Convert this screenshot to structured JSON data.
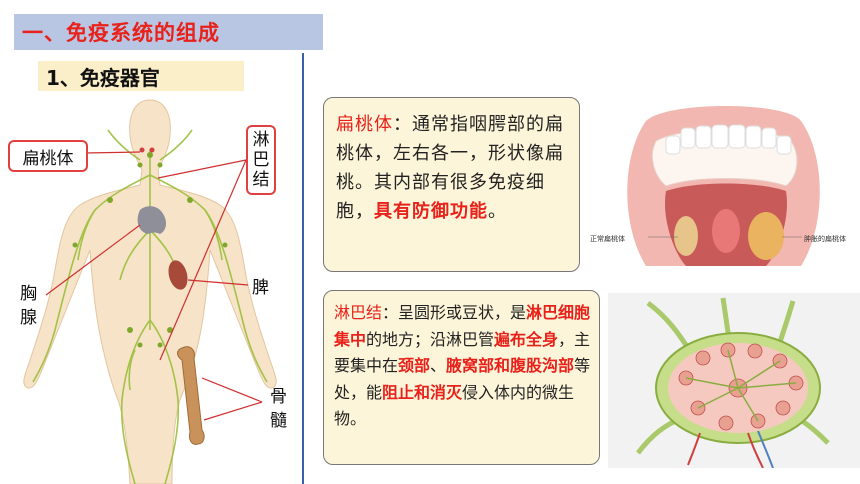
{
  "header": {
    "title": "一、免疫系统的组成",
    "subtitle": "1、免疫器官"
  },
  "figure": {
    "labels": {
      "tonsil": "扁桃体",
      "lymph_node": [
        "淋",
        "巴",
        "结"
      ],
      "thymus": [
        "胸",
        "腺"
      ],
      "spleen": "脾",
      "marrow": [
        "骨",
        "髓"
      ]
    }
  },
  "tonsil_box": {
    "term": "扁桃体",
    "colon": "：",
    "body": "通常指咽腭部的扁桃体，左右各一，形状像扁桃。其内部有很多免疫细胞，",
    "emph": "具有防御功能",
    "end": "。"
  },
  "mouth_image": {
    "left_caption": "正常扁桃体",
    "right_caption": "肿胀的扁桃体"
  },
  "lymph_box": {
    "term": "淋巴结",
    "p1": "：呈圆形或豆状，是",
    "e1": "淋巴细胞集中",
    "p2": "的地方；沿淋巴管",
    "e2": "遍布全身",
    "p3": "，主要集中在",
    "e3": "颈部",
    "p4": "、",
    "e4": "腋窝部和腹股沟部",
    "p5": "等处，能",
    "e5": "阻止和消灭",
    "p6": "侵入体内的微生物。"
  },
  "colors": {
    "title_red": "#e8221b",
    "title_bar": "#b8c6e3",
    "subtitle_bar": "#fbefc9",
    "box_bg": "#fdf5d9",
    "lymph_green": "#9bbf3a"
  }
}
